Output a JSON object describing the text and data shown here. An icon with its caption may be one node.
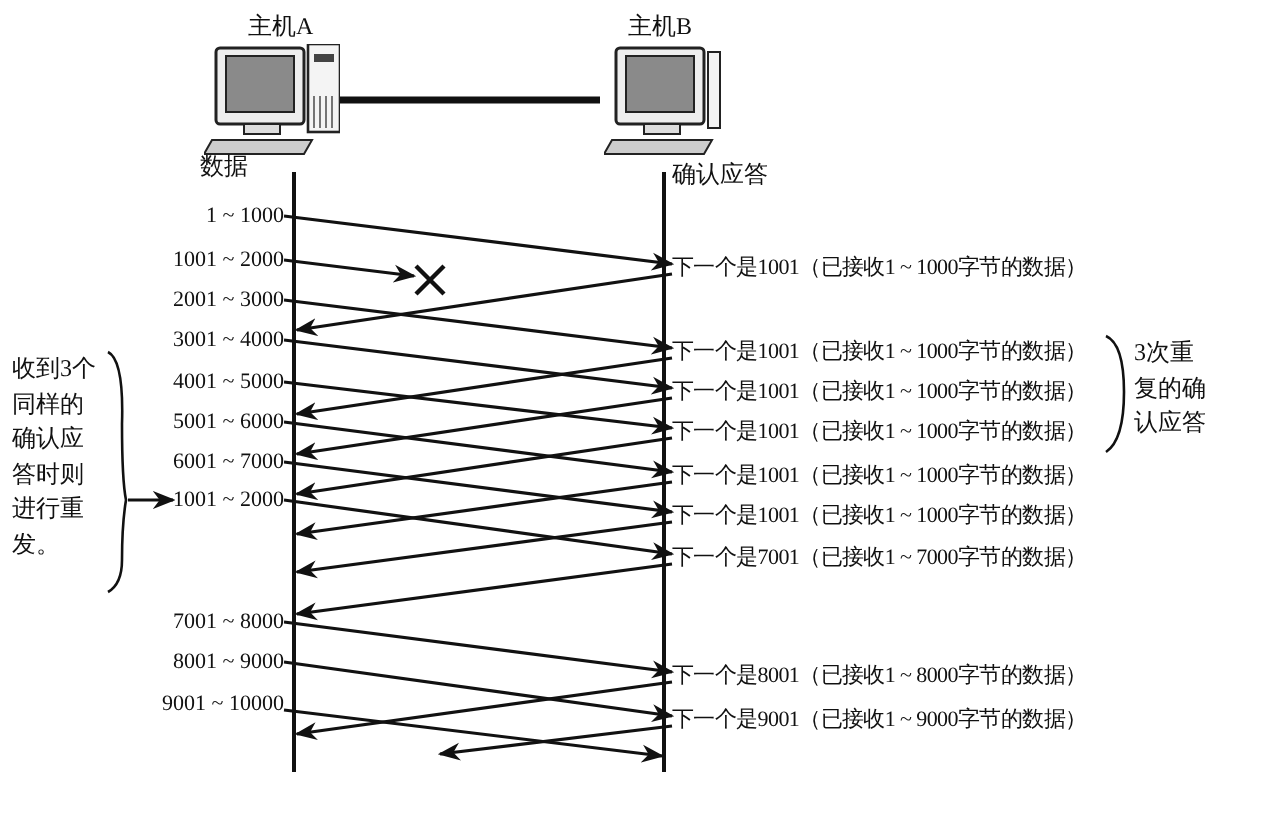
{
  "diagram": {
    "nodes": [
      {
        "text": [
          "主机A"
        ],
        "beside": [
          "数据"
        ]
      },
      {
        "text": [
          "主机B"
        ],
        "beside": [
          "确认应答"
        ]
      },
      {
        "text": [
          "1 ~ 1000"
        ]
      },
      {
        "text": [
          "1001 ~ 2000"
        ]
      },
      {
        "text": [
          "2001 ~ 3000"
        ]
      },
      {
        "text": [
          "3001 ~ 4000"
        ]
      },
      {
        "text": [
          "4001 ~ 5000"
        ]
      },
      {
        "text": [
          "5001 ~ 6000"
        ]
      },
      {
        "text": [
          "6001 ~ 7000"
        ]
      },
      {
        "text": [
          "1001 ~ 2000"
        ]
      },
      {
        "text": [
          "7001 ~ 8000"
        ]
      },
      {
        "text": [
          "8001 ~ 9000"
        ]
      },
      {
        "text": [
          "9001 ~ 10000"
        ]
      },
      {
        "text": [
          "下一个是1001（已接收1 ~ 1000字节的数据）"
        ]
      },
      {
        "text": [
          "下一个是1001（已接收1 ~ 1000字节的数据）"
        ]
      },
      {
        "text": [
          "下一个是1001（已接收1 ~ 1000字节的数据）"
        ]
      },
      {
        "text": [
          "下一个是1001（已接收1 ~ 1000字节的数据）"
        ]
      },
      {
        "text": [
          "下一个是1001（已接收1 ~ 1000字节的数据）"
        ]
      },
      {
        "text": [
          "下一个是1001（已接收1 ~ 1000字节的数据）"
        ]
      },
      {
        "text": [
          "下一个是7001（已接收1 ~ 7000字节的数据）"
        ]
      },
      {
        "text": [
          "下一个是8001（已接收1 ~ 8000字节的数据）"
        ]
      },
      {
        "text": [
          "下一个是9001（已接收1 ~ 9000字节的数据）"
        ]
      },
      {
        "text": [],
        "shape": "cross"
      },
      {
        "text": [
          "收到3个同样的确认应答时则进行重发。"
        ]
      },
      {
        "text": [],
        "shape": "bar"
      },
      {
        "text": [],
        "shape": "bar"
      }
    ],
    "edges": [
      {
        "from": 0,
        "to": 1,
        "arrow": "none",
        "style": "thick"
      },
      {
        "from": 2,
        "to": 13,
        "arrow": "to"
      },
      {
        "from": 3,
        "to": 22,
        "arrow": "to"
      },
      {
        "from": 13,
        "to": 24,
        "arrow": "to"
      },
      {
        "from": 4,
        "to": 14,
        "arrow": "to"
      },
      {
        "from": 14,
        "to": 24,
        "arrow": "to"
      },
      {
        "from": 5,
        "to": 15,
        "arrow": "to"
      },
      {
        "from": 15,
        "to": 24,
        "arrow": "to"
      },
      {
        "from": 6,
        "to": 16,
        "arrow": "to"
      },
      {
        "from": 16,
        "to": 24,
        "arrow": "to"
      },
      {
        "from": 7,
        "to": 17,
        "arrow": "to"
      },
      {
        "from": 17,
        "to": 24,
        "arrow": "to"
      },
      {
        "from": 8,
        "to": 18,
        "arrow": "to"
      },
      {
        "from": 18,
        "to": 24,
        "arrow": "to"
      },
      {
        "from": 9,
        "to": 19,
        "arrow": "to"
      },
      {
        "from": 19,
        "to": 24,
        "arrow": "to"
      },
      {
        "from": 10,
        "to": 20,
        "arrow": "to"
      },
      {
        "from": 20,
        "to": 24,
        "arrow": "to"
      },
      {
        "from": 11,
        "to": 21,
        "arrow": "to"
      },
      {
        "from": 21,
        "to": null,
        "arrow": "to"
      },
      {
        "from": 12,
        "to": 25,
        "arrow": "to"
      },
      {
        "from": 23,
        "to": 9,
        "arrow": "to"
      }
    ],
    "labels": [
      "3次重复的确认应答"
    ]
  }
}
